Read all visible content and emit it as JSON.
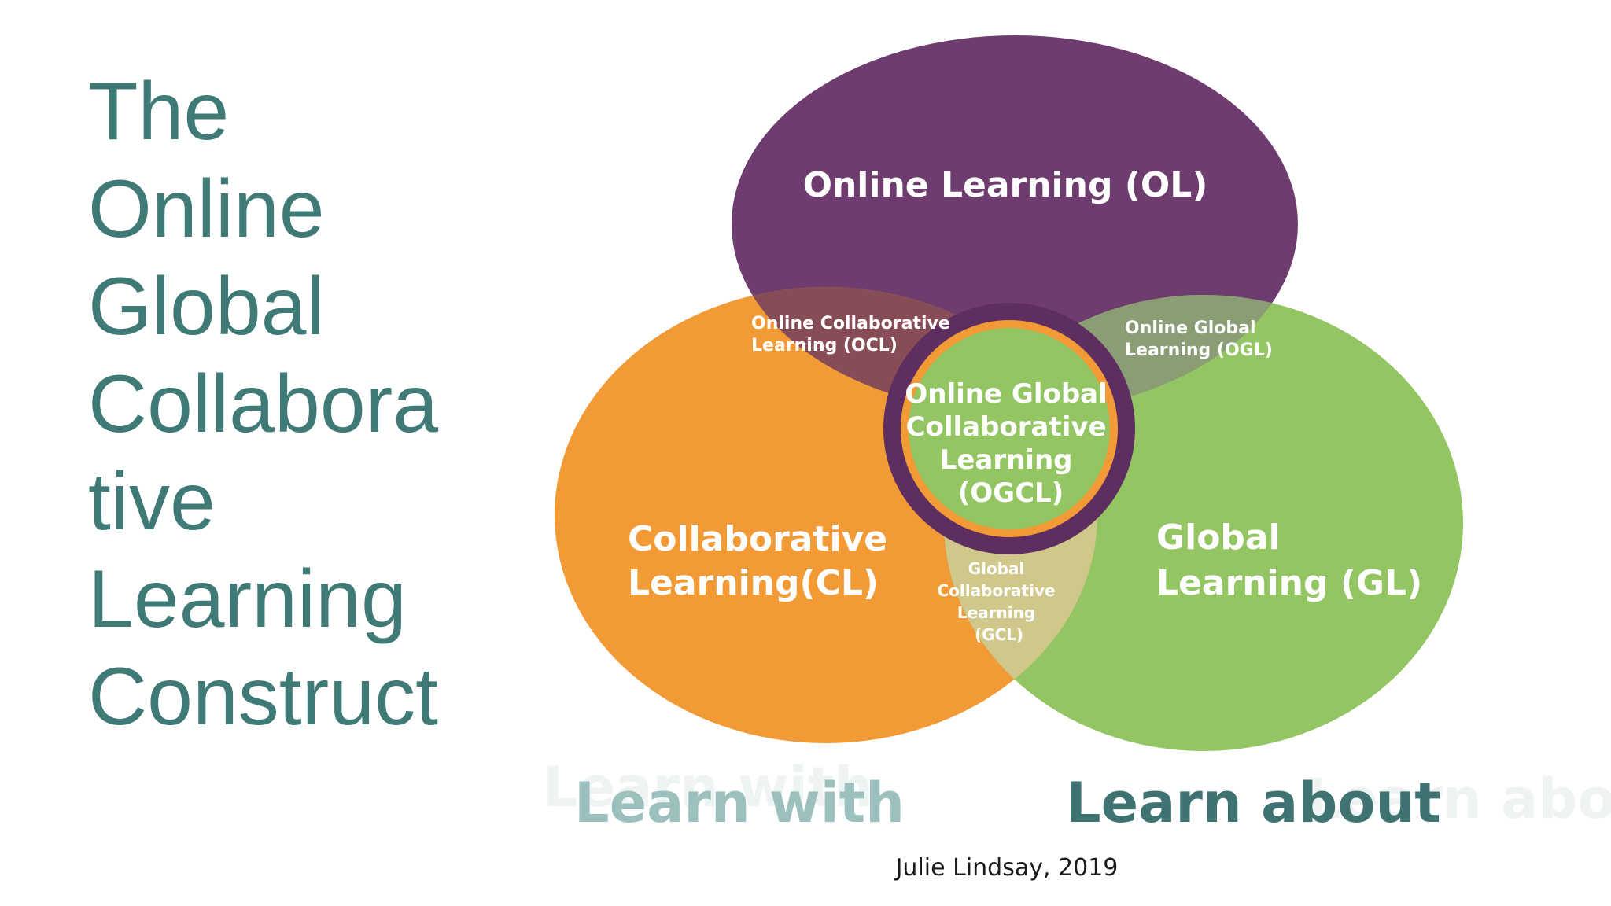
{
  "title": {
    "lines": [
      "The",
      "Online",
      "Global",
      "Collabora",
      "tive",
      "Learning",
      "Construct"
    ]
  },
  "diagram": {
    "sets": {
      "ol": {
        "label": "Online Learning (OL)",
        "color": "#6e3c6e"
      },
      "cl": {
        "label_lines": [
          "Collaborative",
          "Learning(CL)"
        ],
        "color": "#f29a36"
      },
      "gl": {
        "label_lines": [
          "Global",
          "Learning (GL)"
        ],
        "color": "#93c663"
      }
    },
    "intersections": {
      "ocl": {
        "label_lines": [
          "Online Collaborative",
          "Learning (OCL)"
        ],
        "color": "#874d57"
      },
      "ogl": {
        "label_lines": [
          "Online Global",
          "Learning (OGL)"
        ],
        "color": "#8a9d75"
      },
      "gcl": {
        "label_lines": [
          "Global",
          "Collaborative",
          "Learning",
          "(GCL)"
        ],
        "color": "#cfc88a"
      },
      "ogcl": {
        "label_lines": [
          "Online Global",
          "Collaborative",
          "Learning",
          "(OGCL)"
        ],
        "color": "#93c663",
        "ring_color": "#5f2e60",
        "inner_ring_color": "#f29a36"
      }
    },
    "captions": {
      "learn_with": "Learn with",
      "learn_about": "Learn about"
    }
  },
  "credit": "Julie Lindsay, 2019"
}
